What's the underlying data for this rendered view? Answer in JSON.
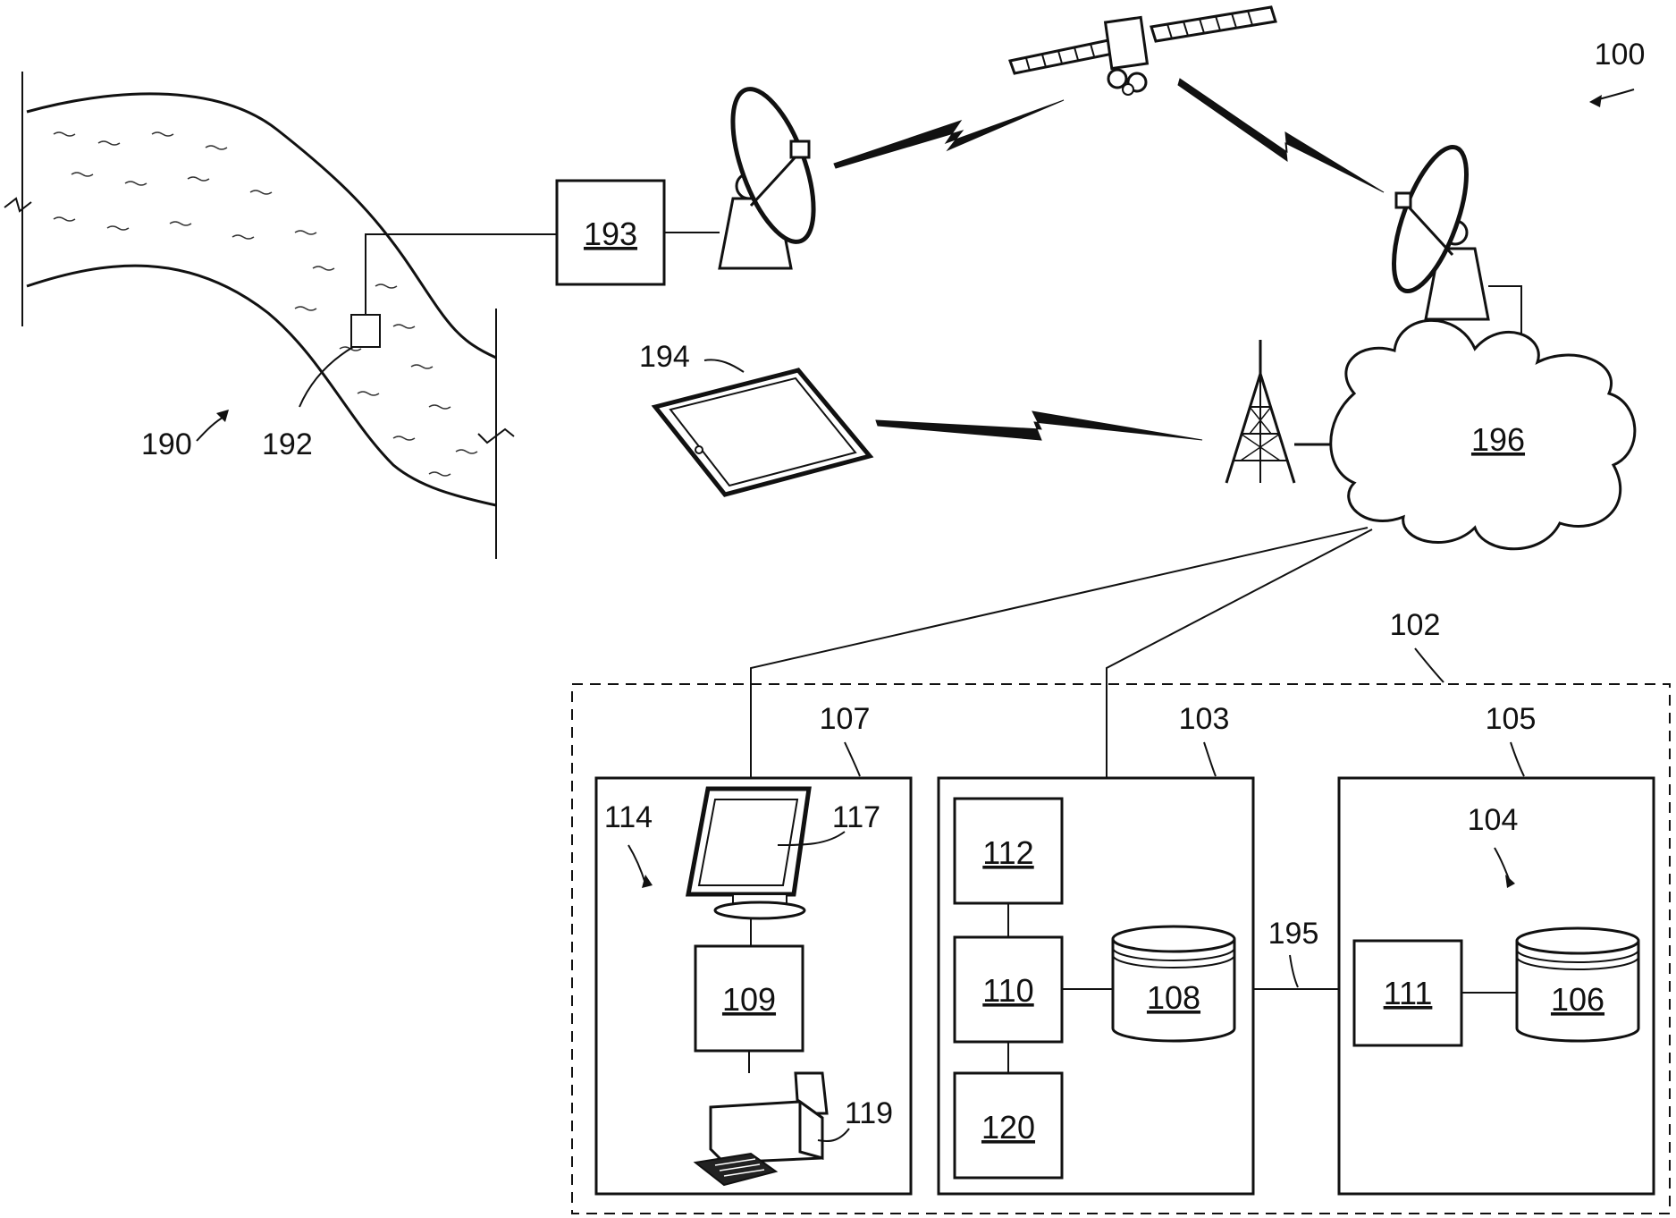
{
  "labels": {
    "system": "100",
    "facility": "102",
    "server": "103",
    "database_system": "104",
    "storage_node": "105",
    "db_106": "106",
    "client": "107",
    "db_108": "108",
    "computer_109": "109",
    "processor_110": "110",
    "processor_111": "111",
    "module_112": "112",
    "user_114": "114",
    "display_117": "117",
    "printer_119": "119",
    "module_120": "120",
    "water_body": "190",
    "sensor": "192",
    "transmitter": "193",
    "tablet": "194",
    "link_195": "195",
    "network": "196"
  },
  "icons": [
    "satellite-icon",
    "satellite-dish-icon",
    "cell-tower-icon",
    "tablet-icon",
    "cloud-icon",
    "monitor-icon",
    "printer-icon",
    "database-cylinder-icon",
    "lightning-link-icon"
  ],
  "colors": {
    "ink": "#111111",
    "background": "#ffffff"
  }
}
